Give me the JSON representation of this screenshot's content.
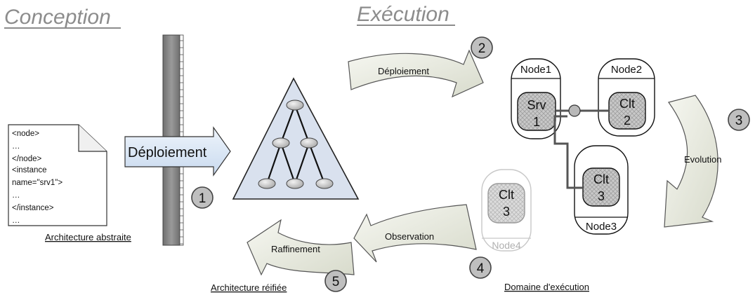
{
  "titles": {
    "conception": "Conception",
    "execution": "Exécution"
  },
  "document": {
    "lines": [
      "<node>",
      "…",
      "</node>",
      "<instance",
      "name=\"srv1\">",
      "…",
      "</instance>",
      "…"
    ],
    "caption": "Architecture abstraite"
  },
  "deploy_arrow_label": "Déploiement",
  "arrows": {
    "deploiement": "Déploiement",
    "evolution": "Evolution",
    "observation": "Observation",
    "raffinement": "Raffinement"
  },
  "steps": [
    "1",
    "2",
    "3",
    "4",
    "5"
  ],
  "nodes": {
    "node1": {
      "name": "Node1",
      "component": [
        "Srv",
        "1"
      ]
    },
    "node2": {
      "name": "Node2",
      "component": [
        "Clt",
        "2"
      ]
    },
    "node3": {
      "name": "Node3",
      "component": [
        "Clt",
        "3"
      ]
    },
    "node4": {
      "name": "Node4",
      "component": [
        "Clt",
        "3"
      ]
    }
  },
  "captions": {
    "reified": "Architecture réifiée",
    "domain": "Domaine d'exécution"
  },
  "colors": {
    "title_gray": "#8c8c8c",
    "arrow_fill_light": "#f4f5ee",
    "arrow_fill_dark": "#d9dccd",
    "step_circle": "#bfbfbf",
    "deploy_arrow_fill": "#d6e4f4",
    "wall": "#8a8a8a",
    "connector": "#555555"
  }
}
